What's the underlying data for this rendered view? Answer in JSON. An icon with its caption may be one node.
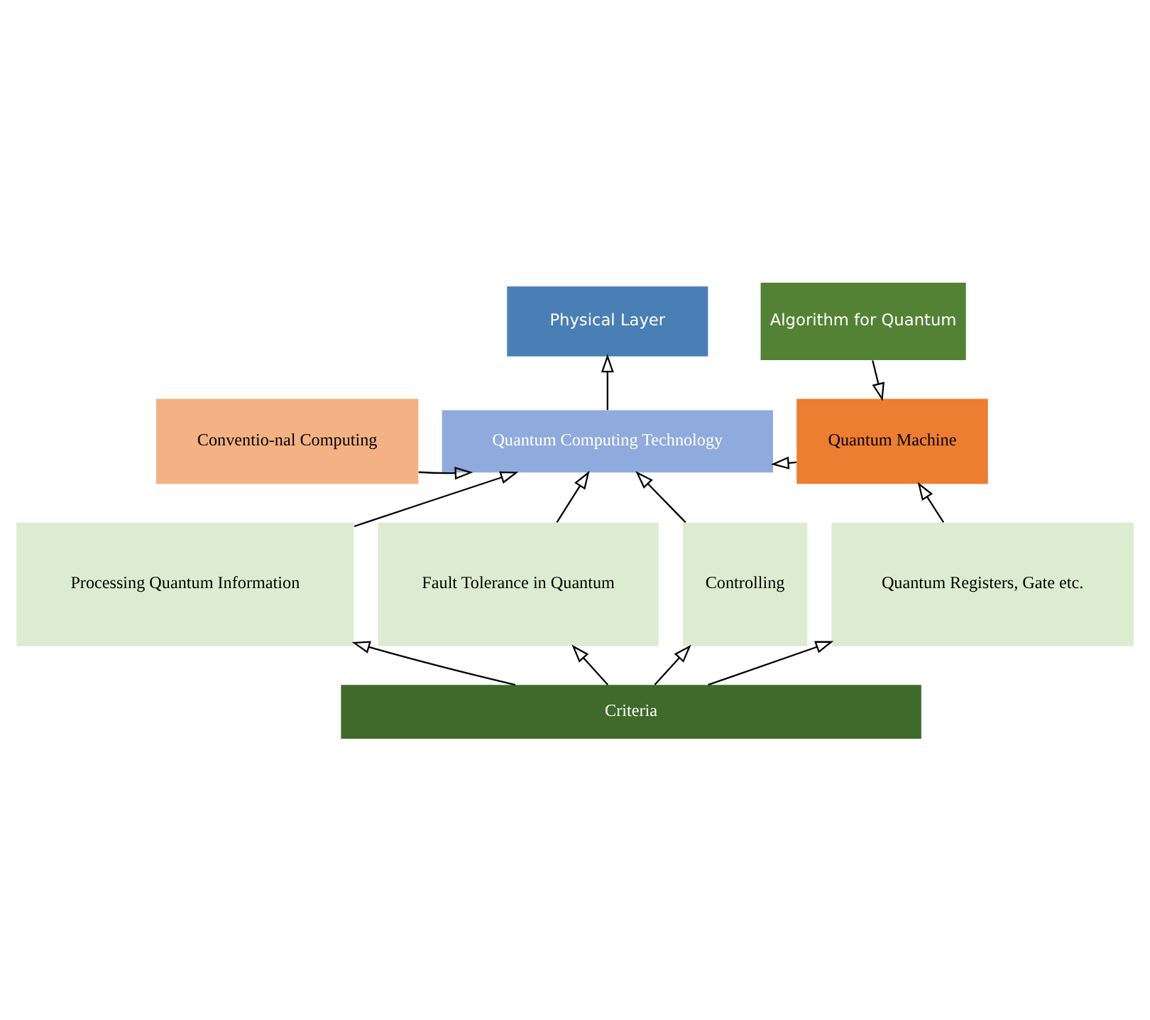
{
  "diagram": {
    "nodes": [
      {
        "text": [
          "Physical Layer"
        ]
      },
      {
        "text": [
          "Algorithm for Quantum"
        ]
      },
      {
        "text": [
          "Conventio-nal Computing"
        ]
      },
      {
        "text": [
          "Quantum Computing Technology"
        ]
      },
      {
        "text": [
          "Quantum Machine"
        ]
      },
      {
        "text": [
          "Processing Quantum Information"
        ]
      },
      {
        "text": [
          "Fault Tolerance in Quantum"
        ]
      },
      {
        "text": [
          "Controlling"
        ]
      },
      {
        "text": [
          "Quantum Registers, Gate etc."
        ]
      },
      {
        "text": [
          "Criteria"
        ]
      }
    ],
    "edges": [
      {
        "from": 3,
        "to": 0,
        "arrow": "to"
      },
      {
        "from": 1,
        "to": 4,
        "arrow": "to"
      },
      {
        "from": 2,
        "to": 3,
        "arrow": "to"
      },
      {
        "from": 4,
        "to": 3,
        "arrow": "to"
      },
      {
        "from": 5,
        "to": 3,
        "arrow": "to"
      },
      {
        "from": 6,
        "to": 3,
        "arrow": "to"
      },
      {
        "from": 7,
        "to": 3,
        "arrow": "to"
      },
      {
        "from": 8,
        "to": 4,
        "arrow": "to"
      },
      {
        "from": 9,
        "to": 5,
        "arrow": "to"
      },
      {
        "from": 9,
        "to": 6,
        "arrow": "to"
      },
      {
        "from": 9,
        "to": 7,
        "arrow": "to"
      },
      {
        "from": 9,
        "to": 8,
        "arrow": "to"
      }
    ]
  }
}
